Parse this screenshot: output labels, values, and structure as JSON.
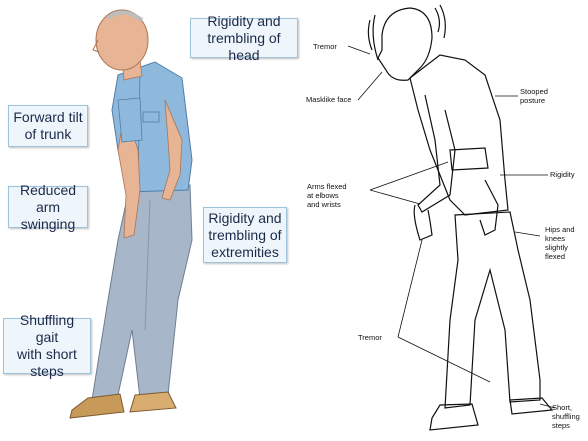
{
  "left_callouts": {
    "head": "Rigidity and\ntrembling of head",
    "trunk": "Forward tilt\nof trunk",
    "arm": "Reduced arm\nswinging",
    "extremities": "Rigidity and\ntrembling of\nextremities",
    "gait": "Shuffling gait\nwith short\nsteps"
  },
  "right_labels": {
    "tremor_head": "Tremor",
    "masklike": "Masklike face",
    "stooped": "Stooped\nposture",
    "rigidity": "Rigidity",
    "arms": "Arms flexed\nat elbows\nand wrists",
    "hips": "Hips and\nknees\nslightly\nflexed",
    "tremor_hand": "Tremor",
    "short_steps": "Short,\nshuffling\nsteps"
  },
  "colors": {
    "shirt": "#8fb9dc",
    "pants": "#a7b6c8",
    "skin": "#e7b595",
    "callout_bg": "#eef6fb",
    "callout_border": "#9fc3da"
  }
}
